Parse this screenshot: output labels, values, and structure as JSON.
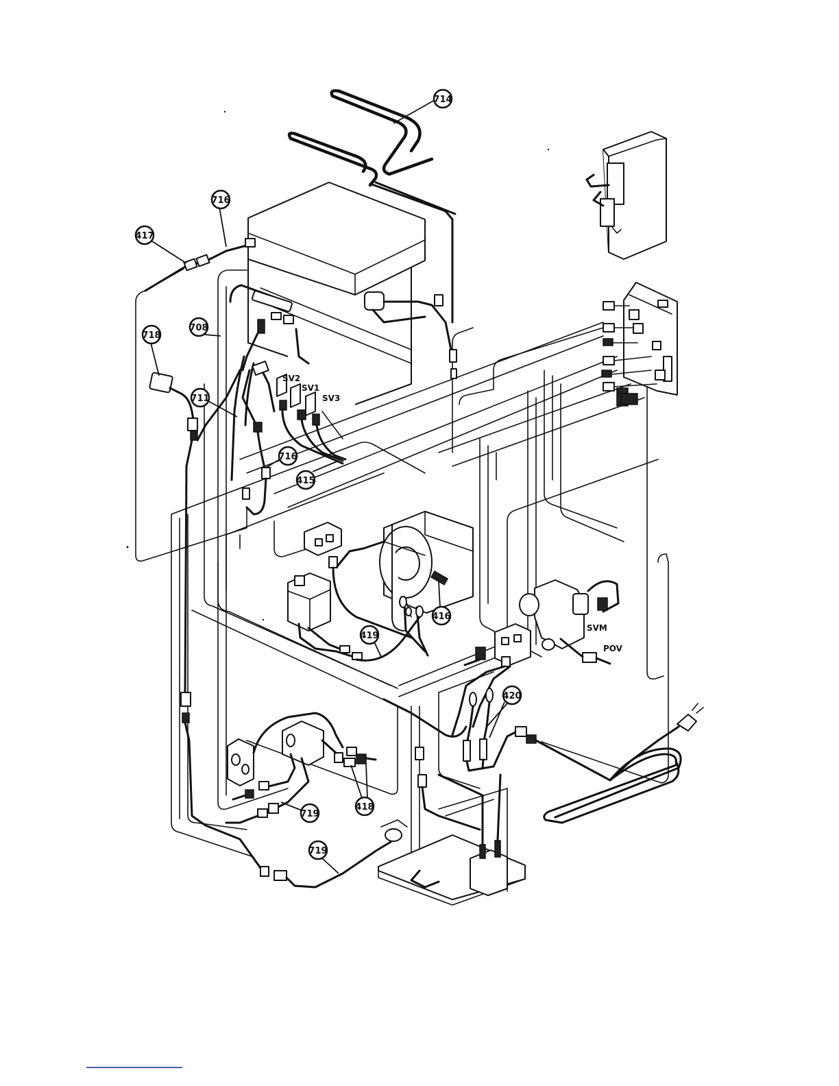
{
  "callouts": {
    "c714": "714",
    "c716a": "716",
    "c417": "417",
    "c708": "708",
    "c718": "718",
    "c711": "711",
    "c716b": "716",
    "c415": "415",
    "c416": "416",
    "c419": "419",
    "c420": "420",
    "c418": "418",
    "c719a": "719",
    "c719b": "719"
  },
  "labels": {
    "sv2": "SV2",
    "sv1": "SV1",
    "sv3": "SV3",
    "svm": "SVM",
    "pov": "POV"
  }
}
